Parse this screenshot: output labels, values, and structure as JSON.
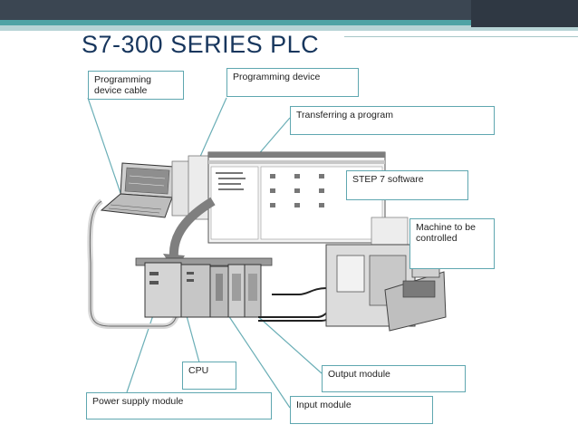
{
  "title": "S7-300 SERIES PLC",
  "labels": {
    "programming_device_cable": "Programming\ndevice cable",
    "programming_device": "Programming device",
    "transferring_program": "Transferring a program",
    "step7_software": "STEP 7 software",
    "machine": "Machine to be\ncontrolled",
    "cpu": "CPU",
    "output_module": "Output module",
    "power_supply": "Power supply module",
    "input_module": "Input module"
  }
}
